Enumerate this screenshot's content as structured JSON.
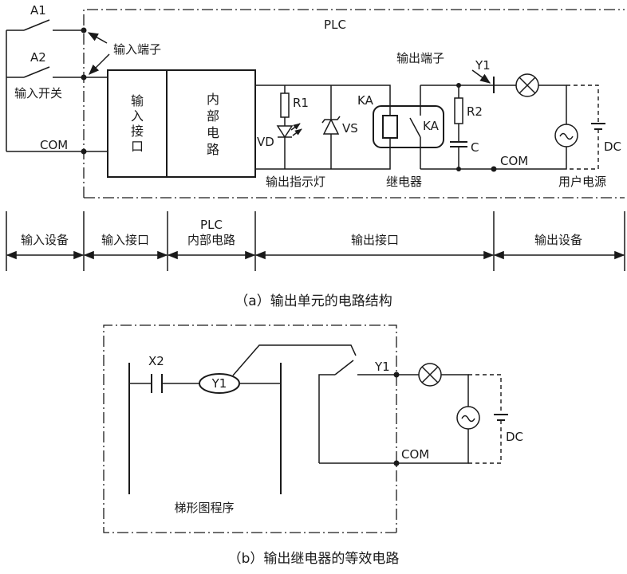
{
  "figure_a": {
    "switch_a1": "A1",
    "switch_a2": "A2",
    "plc_label": "PLC",
    "input_terminal_label": "输入端子",
    "input_switch_label": "输入开关",
    "input_com": "COM",
    "input_interface_box": "输入接口",
    "internal_circuit_box": "内部电路",
    "r1": "R1",
    "vd": "VD",
    "vs": "VS",
    "ka_coil": "KA",
    "ka_contact": "KA",
    "r2": "R2",
    "c": "C",
    "output_terminal_label": "输出端子",
    "y1": "Y1",
    "output_com": "COM",
    "dc": "DC",
    "output_indicator_label": "输出指示灯",
    "relay_label": "继电器",
    "user_power_label": "用户电源",
    "sections": {
      "input_device": "输入设备",
      "input_interface": "输入接口",
      "plc_internal_line1": "PLC",
      "plc_internal_line2": "内部电路",
      "output_interface": "输出接口",
      "output_device": "输出设备"
    },
    "caption": "（a）输出单元的电路结构"
  },
  "figure_b": {
    "x2": "X2",
    "y1_coil": "Y1",
    "y1_terminal": "Y1",
    "com": "COM",
    "dc": "DC",
    "ladder_program_label": "梯形图程序",
    "caption": "（b）输出继电器的等效电路"
  }
}
